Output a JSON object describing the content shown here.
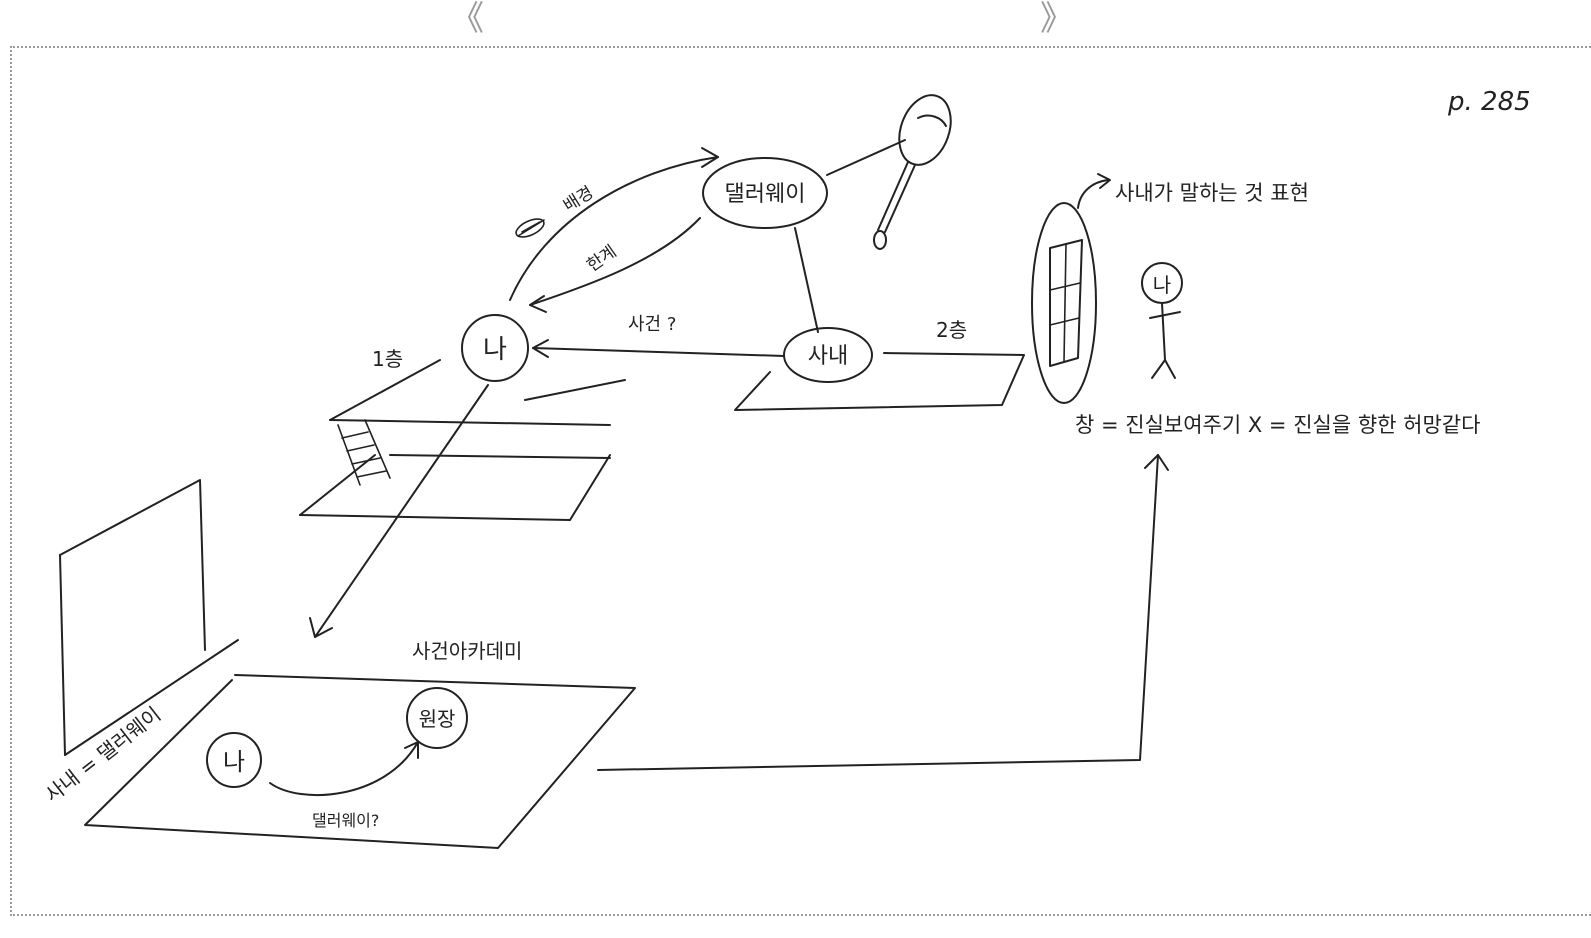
{
  "page": {
    "nav_prev": "《",
    "nav_next": "》",
    "page_number": "p. 285"
  },
  "diagram": {
    "nodes": {
      "me_top": "나",
      "dallaway": "댈러웨이",
      "sane": "사내",
      "me_window": "나",
      "me_bottom": "나",
      "director": "원장"
    },
    "labels": {
      "floor_1": "1층",
      "floor_2": "2층",
      "background": "배경",
      "limit": "한계",
      "incident_q": "사건 ?",
      "window_note": "사내가 말하는 것 표현",
      "window_equation": "창 = 진실보여주기 X = 진실을 향한 허망같다",
      "academy": "사건아카데미",
      "sane_eq_dallaway": "사내 = 댈러웨이",
      "dallaway_q": "댈러웨이?"
    }
  }
}
